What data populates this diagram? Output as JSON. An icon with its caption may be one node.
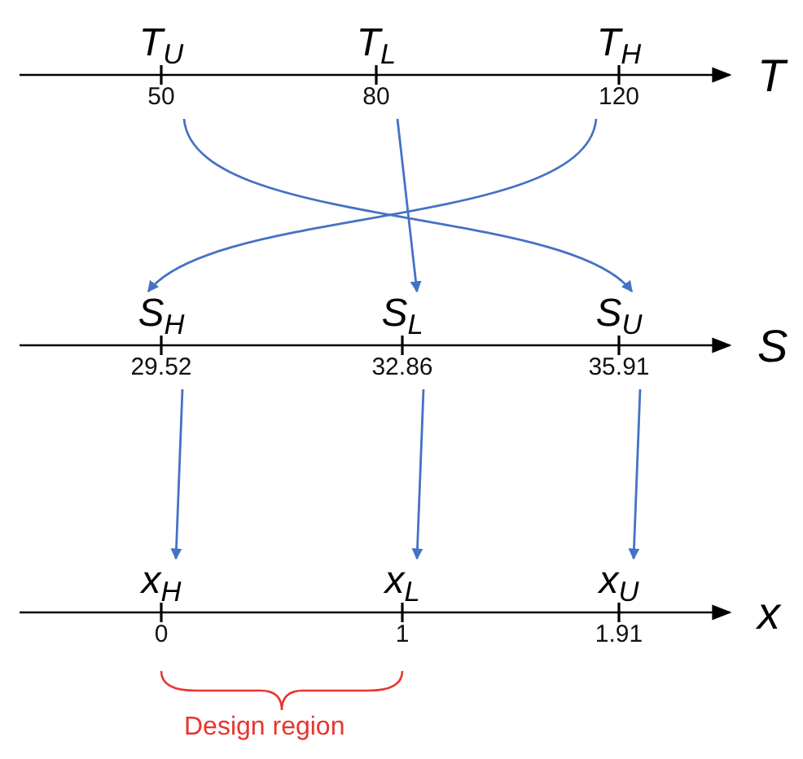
{
  "diagram": {
    "nodes": [
      {
        "text": [
          "T$_{U}$",
          "50"
        ]
      },
      {
        "text": [
          "T$_{L}$",
          "80"
        ]
      },
      {
        "text": [
          "T$_{H}$",
          "120"
        ]
      },
      {
        "text": [
          "S$_{H}$",
          "29.52"
        ]
      },
      {
        "text": [
          "S$_{L}$",
          "32.86"
        ]
      },
      {
        "text": [
          "S$_{U}$",
          "35.91"
        ]
      },
      {
        "text": [
          "x$_{H}$",
          "0"
        ]
      },
      {
        "text": [
          "x$_{L}$",
          "1"
        ]
      },
      {
        "text": [
          "x$_{U}$",
          "1.91"
        ]
      }
    ],
    "edges": [
      {
        "from": 0,
        "to": 5,
        "arrow": "to"
      },
      {
        "from": 1,
        "to": 4,
        "arrow": "to"
      },
      {
        "from": 2,
        "to": 3,
        "arrow": "to"
      },
      {
        "from": 3,
        "to": 6,
        "arrow": "to"
      },
      {
        "from": 4,
        "to": 7,
        "arrow": "to"
      },
      {
        "from": 5,
        "to": 8,
        "arrow": "to"
      }
    ],
    "labels": [
      "T",
      "S",
      "x",
      "Design region"
    ]
  }
}
